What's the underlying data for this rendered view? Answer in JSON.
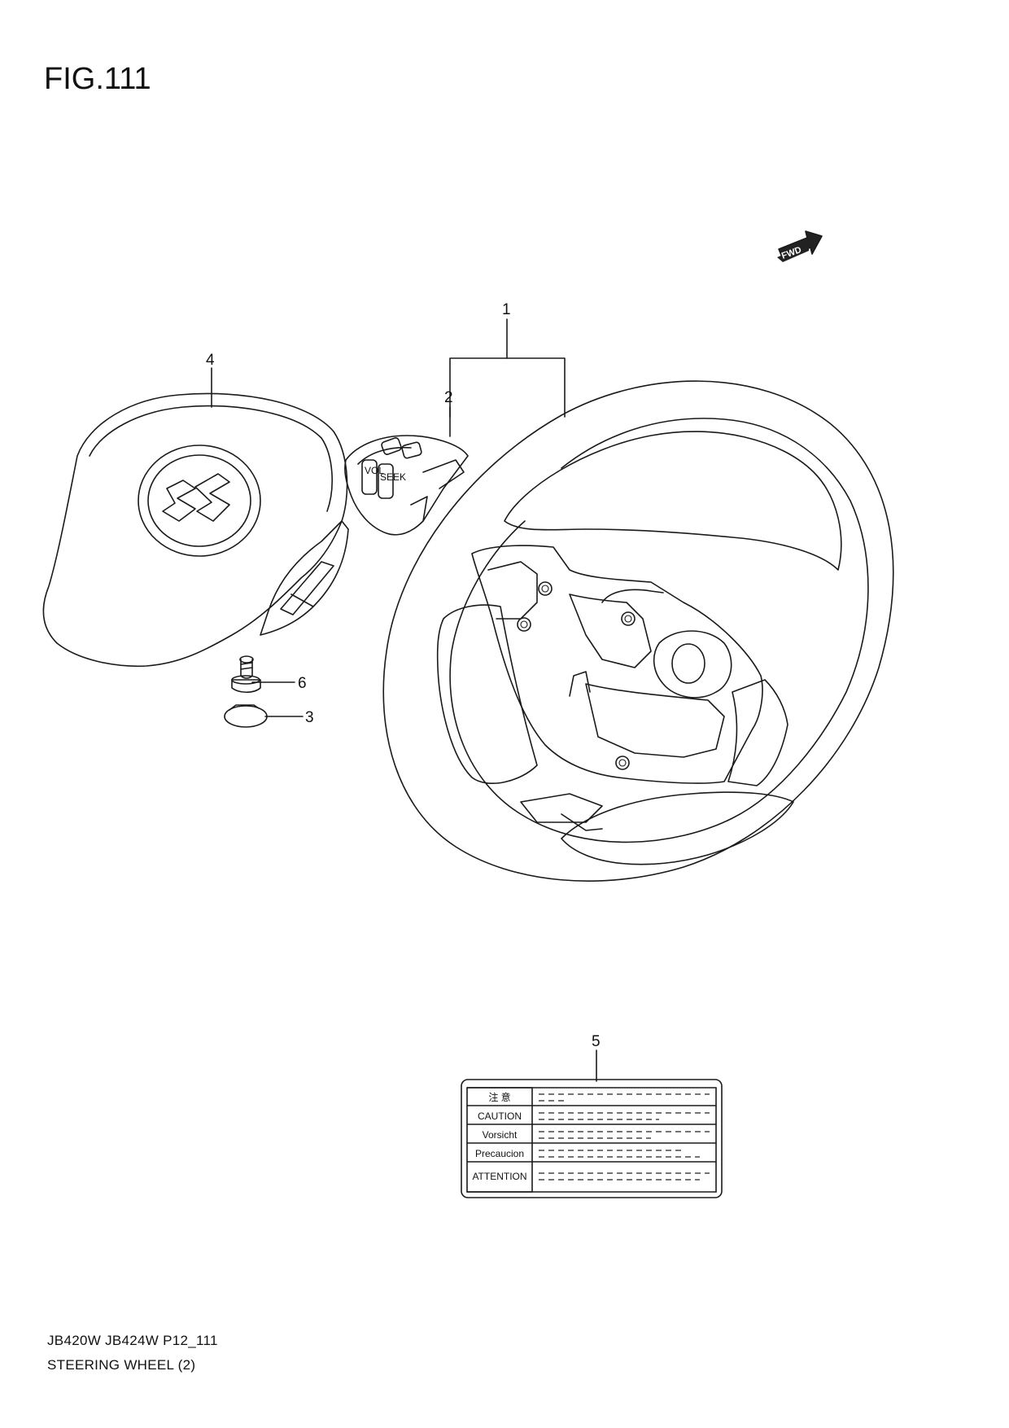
{
  "figure": {
    "title": "FIG.111",
    "fwd_label": "FWD"
  },
  "callouts": {
    "c1": "1",
    "c2": "2",
    "c3": "3",
    "c4": "4",
    "c5": "5",
    "c6": "6"
  },
  "caution_label": {
    "rows": [
      "注 意",
      "CAUTION",
      "Vorsicht",
      "Precaucion",
      "ATTENTION"
    ]
  },
  "switch_icons": {
    "vol_label": "VOL",
    "seek_label": "SEEK"
  },
  "footer": {
    "code": "JB420W JB424W P12_111",
    "description": "STEERING WHEEL (2)"
  }
}
